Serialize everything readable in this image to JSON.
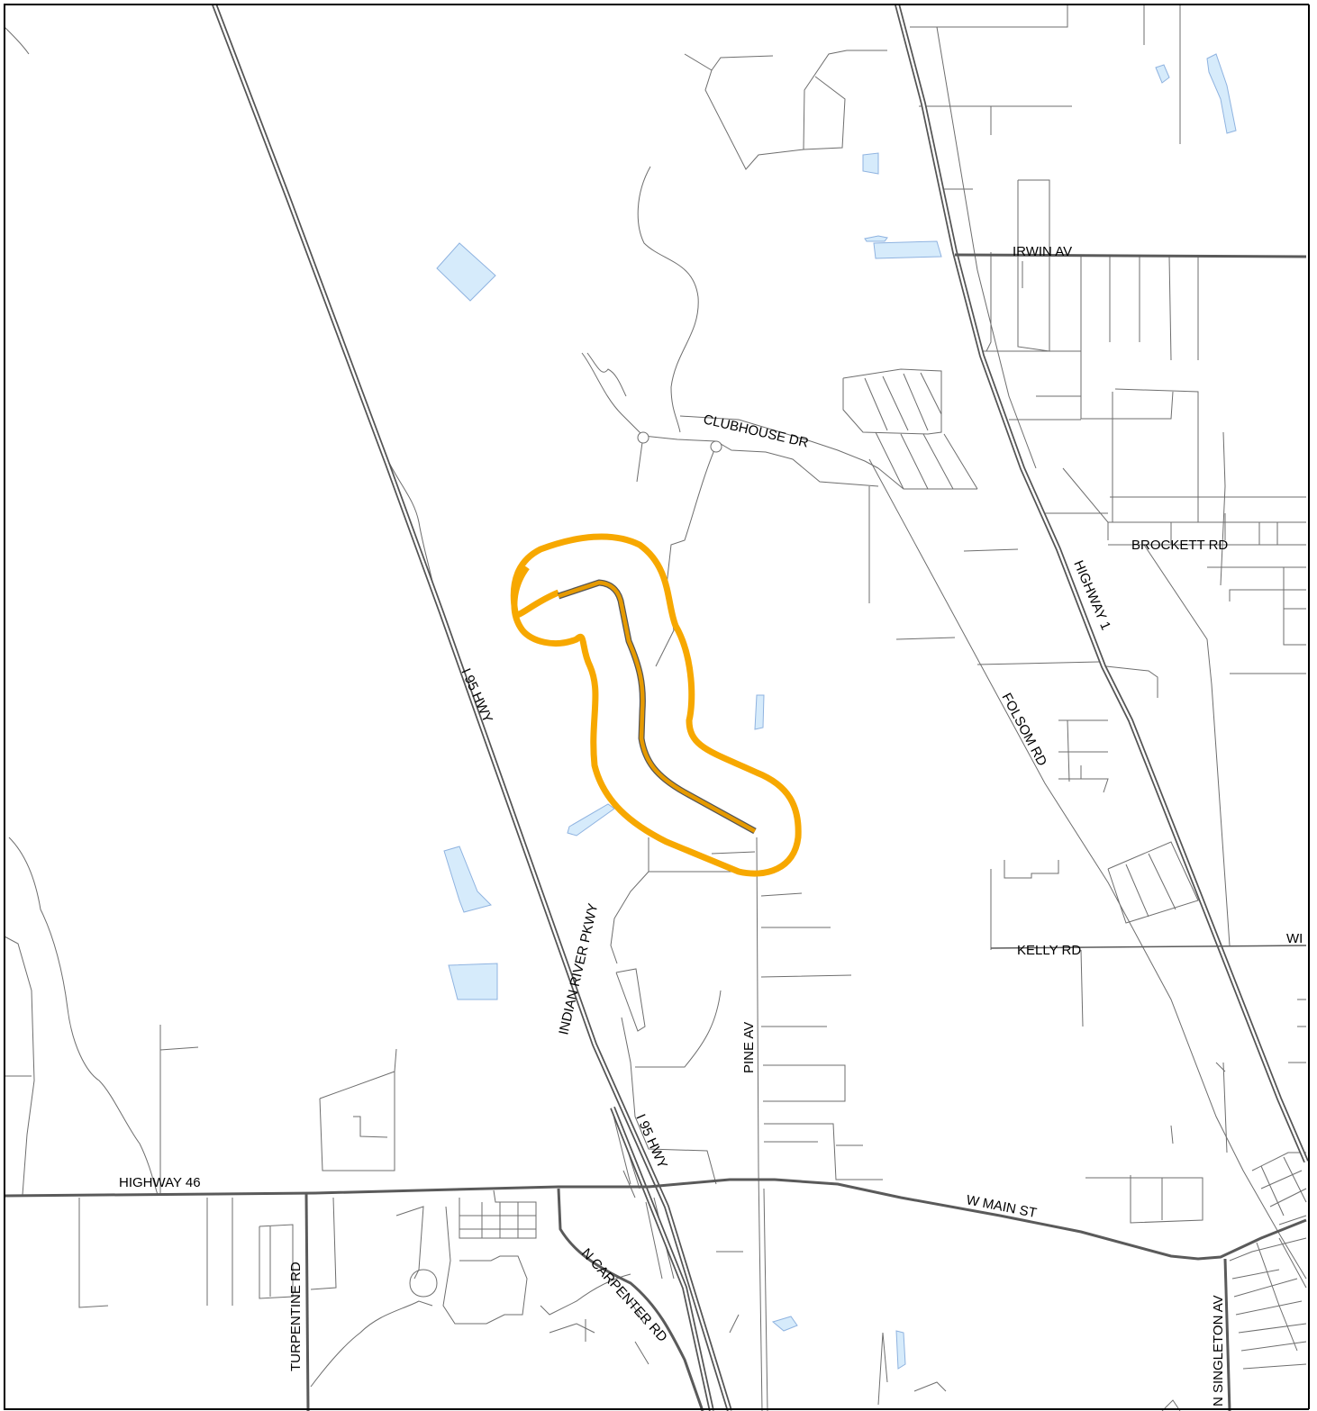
{
  "map": {
    "roads": {
      "irwin": "IRWIN AV",
      "clubhouse": "CLUBHOUSE DR",
      "brockett": "BROCKETT RD",
      "highway1": "HIGHWAY 1",
      "folsom": "FOLSOM RD",
      "i95_north": "I 95 HWY",
      "indian_river": "INDIAN RIVER PKWY",
      "kelly": "KELLY RD",
      "wi_cut": "WI",
      "pine": "PINE AV",
      "i95_south": "I 95 HWY",
      "highway46": "HIGHWAY 46",
      "w_main": "W MAIN ST",
      "n_carpenter": "N CARPENTER RD",
      "turpentine": "TURPENTINE RD",
      "n_singleton": "N SINGLETON AV"
    },
    "colors": {
      "buffer": "#f7a800",
      "segment": "#e69a00",
      "water": "#d6ebfb",
      "road": "#5a5a5a"
    }
  }
}
